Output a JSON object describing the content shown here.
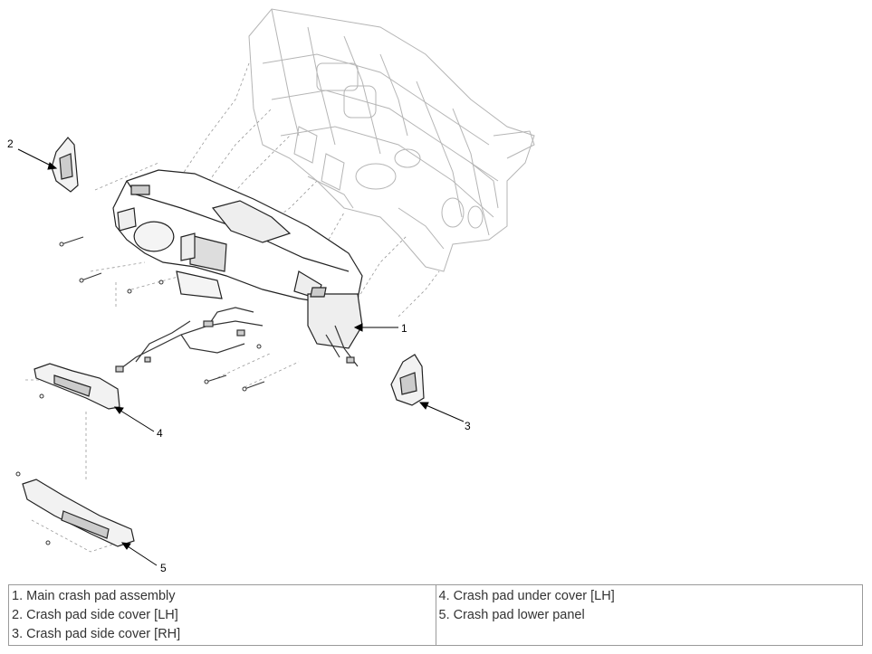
{
  "callouts": [
    "1",
    "2",
    "3",
    "4",
    "5"
  ],
  "legend": {
    "left": [
      "1. Main crash pad assembly",
      "2. Crash pad side cover [LH]",
      "3. Crash pad side cover [RH]"
    ],
    "right": [
      "4. Crash pad under cover [LH]",
      "5. Crash pad lower panel"
    ]
  }
}
